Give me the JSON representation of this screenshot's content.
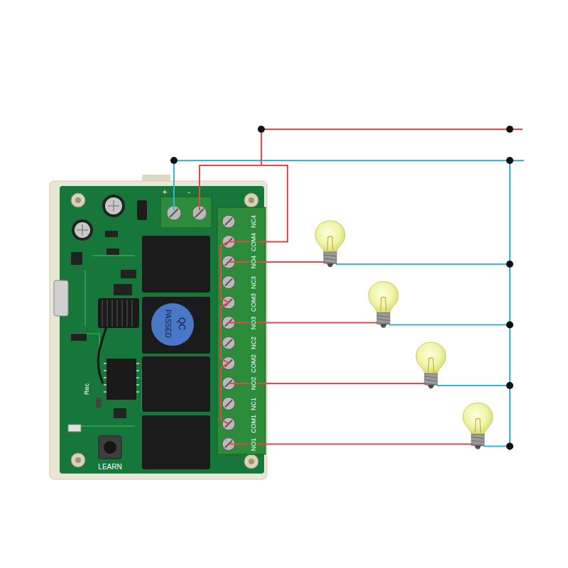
{
  "diagram": {
    "labels": [
      "+",
      "-",
      "NC4",
      "COM4",
      "NO4",
      "NC3",
      "COM3",
      "NO3",
      "NC2",
      "COM2",
      "NO2",
      "NC1",
      "COM1",
      "NO1",
      "QC",
      "PASSED",
      "Rec",
      "LEARN"
    ]
  }
}
